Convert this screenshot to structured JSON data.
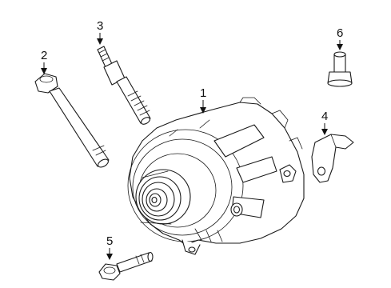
{
  "callouts": [
    {
      "id": "alternator",
      "label": "1"
    },
    {
      "id": "long-bolt",
      "label": "2"
    },
    {
      "id": "stud",
      "label": "3"
    },
    {
      "id": "bracket",
      "label": "4"
    },
    {
      "id": "short-bolt",
      "label": "5"
    },
    {
      "id": "stud-nut",
      "label": "6"
    }
  ]
}
